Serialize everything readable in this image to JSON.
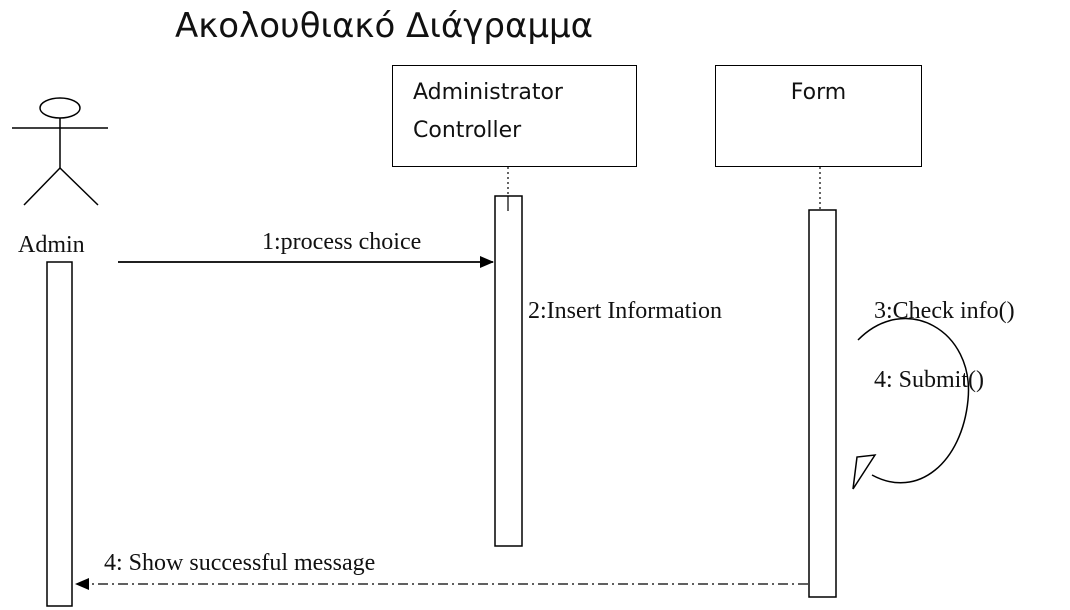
{
  "title": "Ακολουθιακό Διάγραμμα",
  "actor": {
    "name": "Admin",
    "icon": "stick-figure-actor-icon"
  },
  "objects": [
    {
      "line1": "Administrator",
      "line2": "Controller"
    },
    {
      "line1": "Form"
    }
  ],
  "messages": [
    {
      "label": "1:process choice"
    },
    {
      "label": "2:Insert Information"
    },
    {
      "label": "3:Check info()"
    },
    {
      "label": "4: Submit()"
    },
    {
      "label": "4: Show successful message"
    }
  ]
}
